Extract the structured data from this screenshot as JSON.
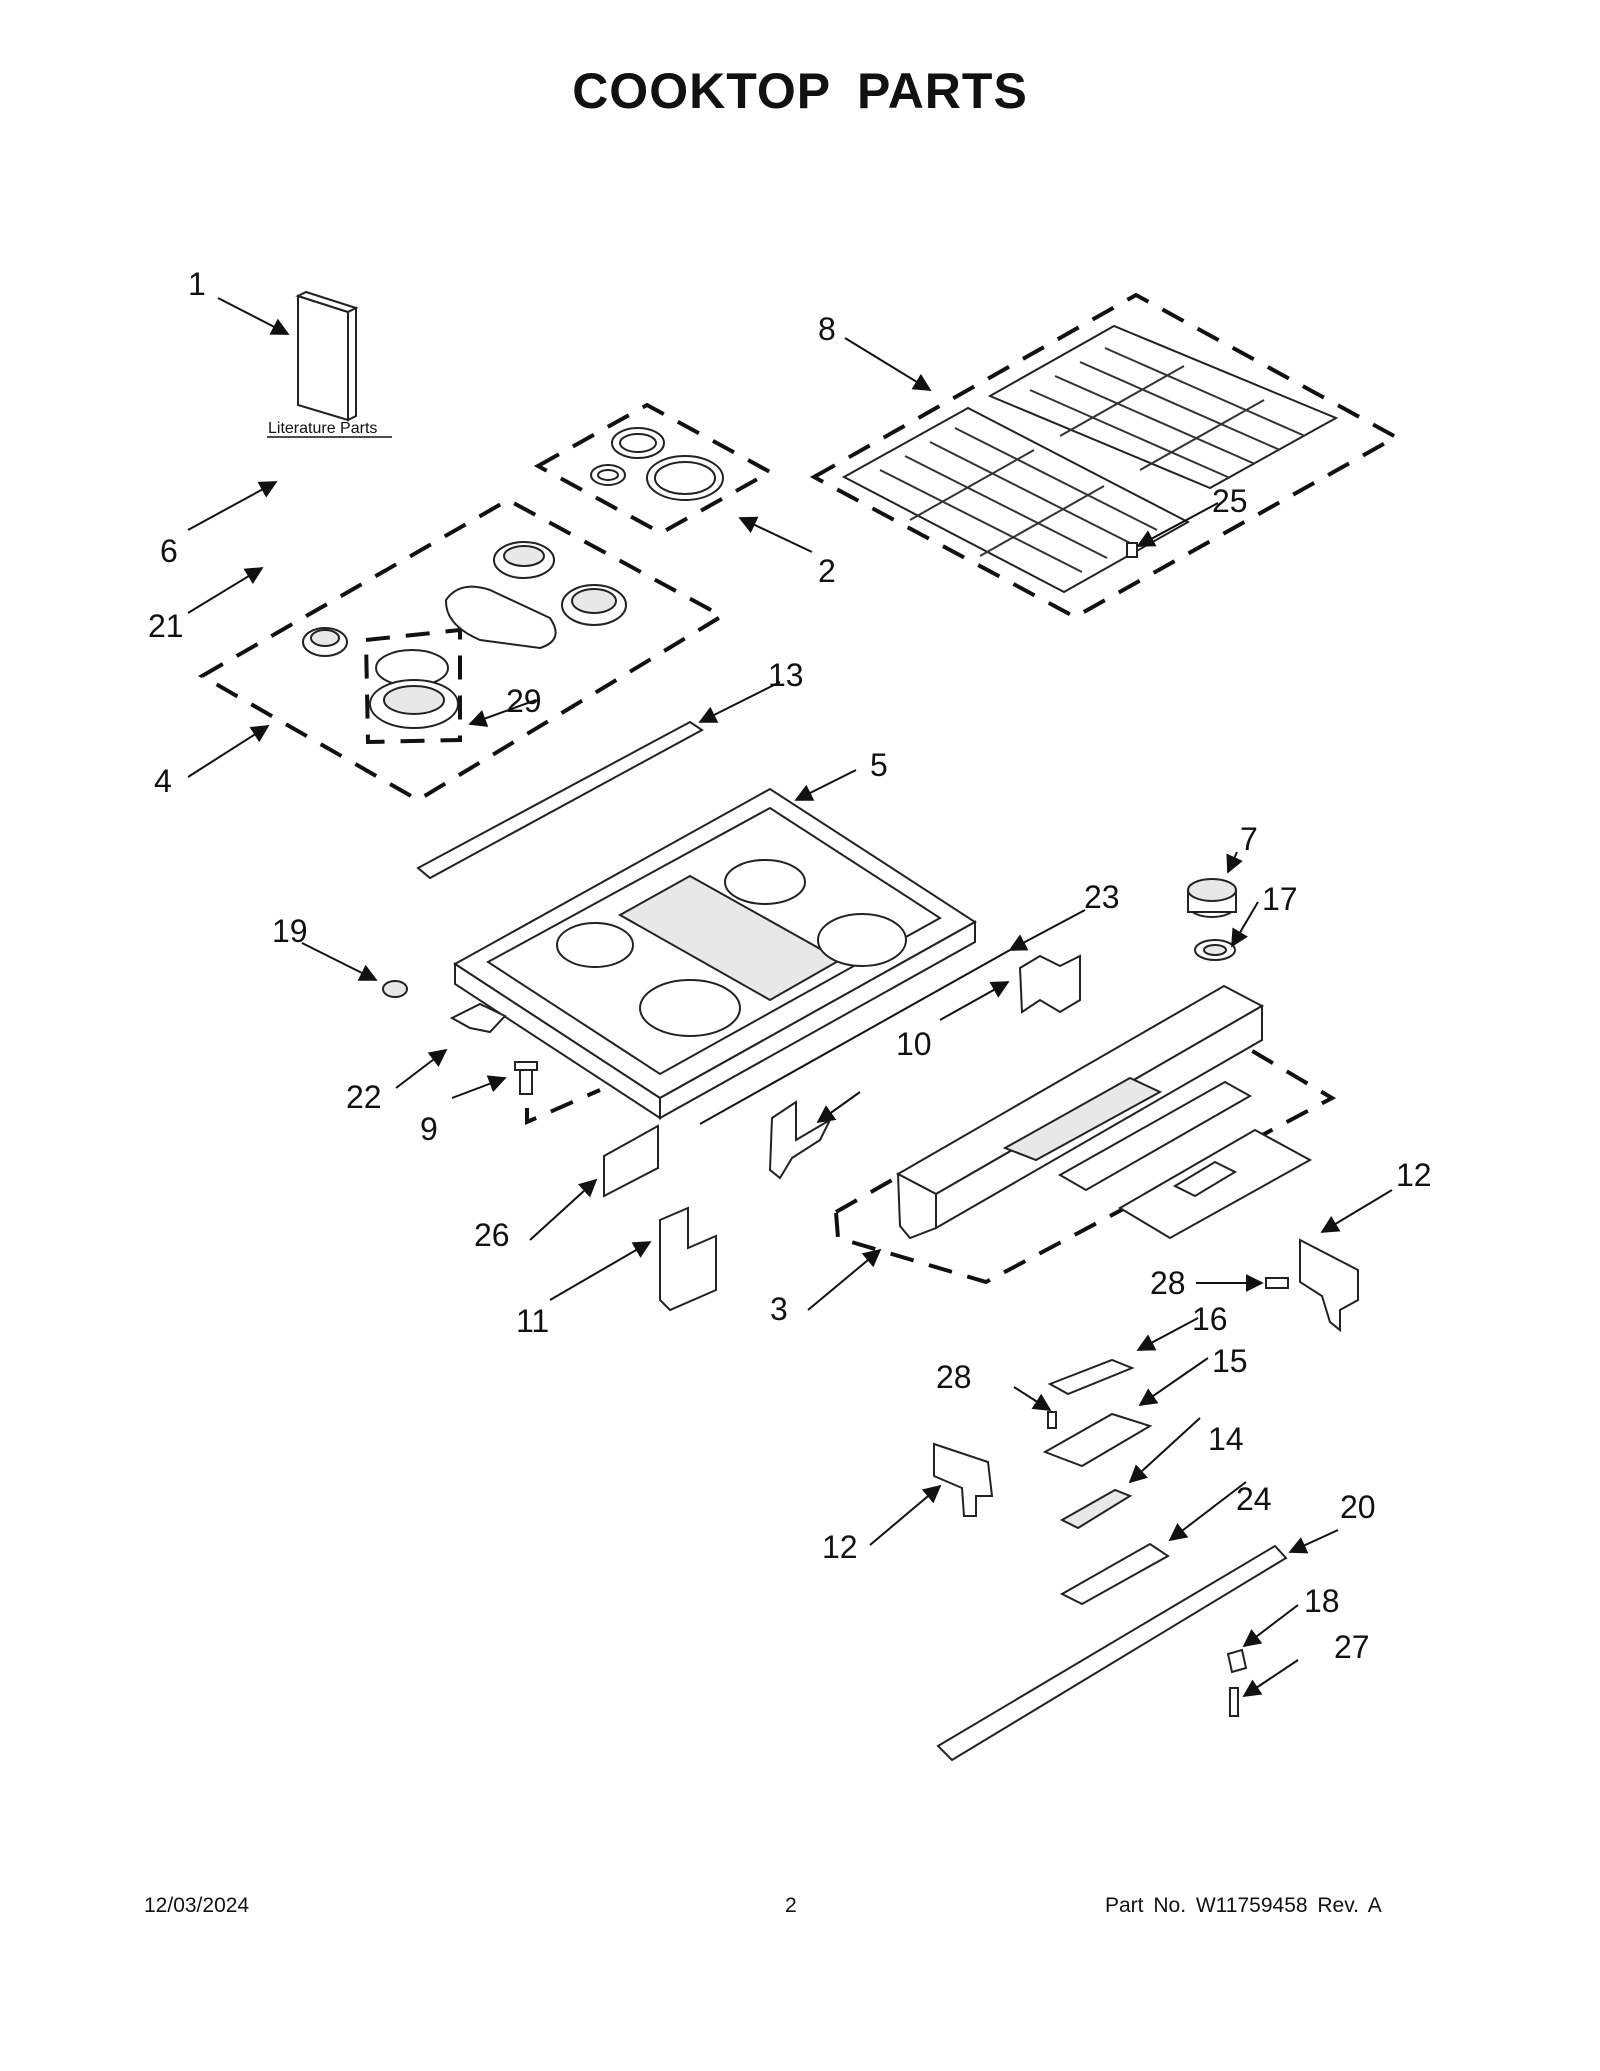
{
  "title": "COOKTOP PARTS",
  "literature_label": "Literature Parts",
  "callouts": [
    "1",
    "2",
    "3",
    "4",
    "5",
    "6",
    "7",
    "8",
    "9",
    "10",
    "10",
    "11",
    "12",
    "12",
    "13",
    "14",
    "15",
    "16",
    "17",
    "18",
    "19",
    "20",
    "21",
    "22",
    "23",
    "24",
    "25",
    "26",
    "27",
    "28",
    "28",
    "29"
  ],
  "footer": {
    "date": "12/03/2024",
    "page": "2",
    "part_no": "Part No.  W11759458  Rev.  A"
  }
}
